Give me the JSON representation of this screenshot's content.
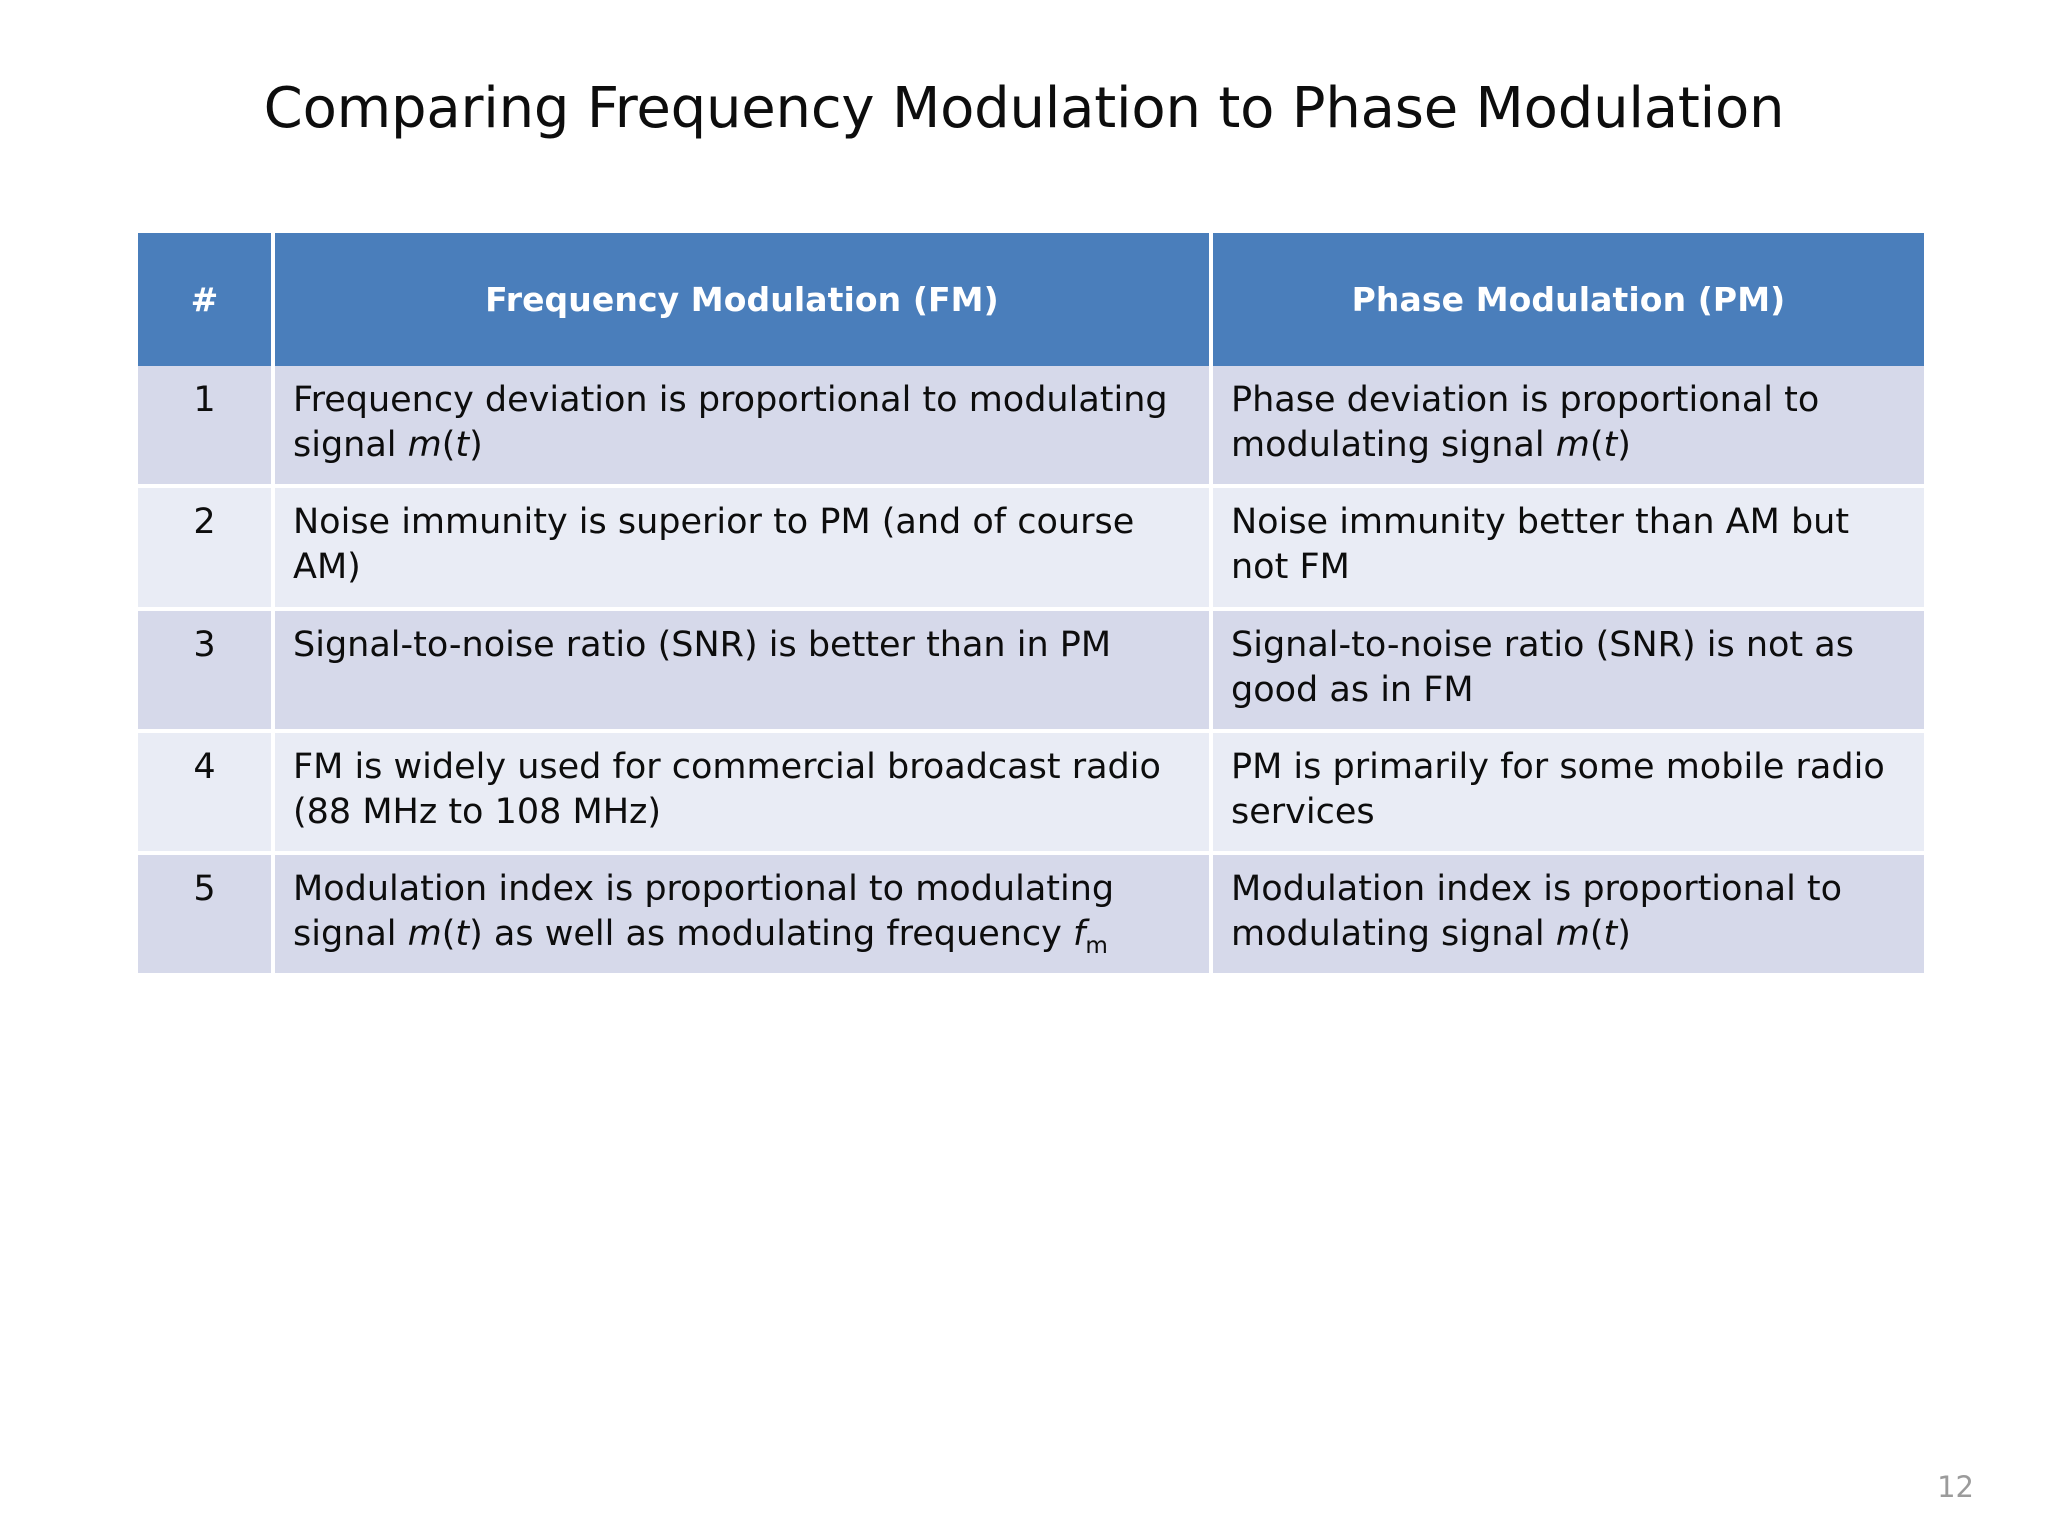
{
  "slide": {
    "title": "Comparing Frequency Modulation to Phase Modulation",
    "page_number": "12"
  },
  "colors": {
    "header_background": "#4a7ebb",
    "header_text": "#ffffff",
    "row_band_a": "#d6d9ea",
    "row_band_b": "#e9ecf5",
    "body_text": "#0d0d0d",
    "page_number_text": "#9b9b9b",
    "cell_divider": "#ffffff"
  },
  "table": {
    "headers": {
      "num": "#",
      "fm": "Frequency Modulation (FM)",
      "pm": "Phase Modulation (PM)"
    },
    "rows": [
      {
        "num": "1",
        "fm_parts": [
          {
            "text": "Frequency deviation is proportional to modulating signal ",
            "style": "normal"
          },
          {
            "text": "m",
            "style": "italic"
          },
          {
            "text": "(",
            "style": "normal"
          },
          {
            "text": "t",
            "style": "italic"
          },
          {
            "text": ")",
            "style": "normal"
          }
        ],
        "pm_parts": [
          {
            "text": "Phase deviation is proportional to modulating signal ",
            "style": "normal"
          },
          {
            "text": "m",
            "style": "italic"
          },
          {
            "text": "(",
            "style": "normal"
          },
          {
            "text": "t",
            "style": "italic"
          },
          {
            "text": ")",
            "style": "normal"
          }
        ],
        "fm_plain": "Frequency deviation is proportional to modulating signal m(t)",
        "pm_plain": "Phase deviation is proportional to modulating signal m(t)"
      },
      {
        "num": "2",
        "fm_parts": [
          {
            "text": "Noise immunity is superior to PM (and of course AM)",
            "style": "normal"
          }
        ],
        "pm_parts": [
          {
            "text": "Noise immunity better than AM but not FM",
            "style": "normal"
          }
        ],
        "fm_plain": "Noise immunity is superior to PM (and of course AM)",
        "pm_plain": "Noise immunity better than AM but not FM"
      },
      {
        "num": "3",
        "fm_parts": [
          {
            "text": "Signal-to-noise ratio (SNR) is better than in PM",
            "style": "normal"
          }
        ],
        "pm_parts": [
          {
            "text": "Signal-to-noise ratio (SNR) is not as good as in FM",
            "style": "normal"
          }
        ],
        "fm_plain": "Signal-to-noise ratio (SNR) is better than in PM",
        "pm_plain": "Signal-to-noise ratio (SNR) is not as good as in FM"
      },
      {
        "num": "4",
        "fm_parts": [
          {
            "text": "FM is widely used for commercial broadcast radio (88 MHz to 108 MHz)",
            "style": "normal"
          }
        ],
        "pm_parts": [
          {
            "text": "PM is primarily for some mobile radio services",
            "style": "normal"
          }
        ],
        "fm_plain": "FM is widely used for commercial broadcast radio (88 MHz to 108 MHz)",
        "pm_plain": "PM is primarily for some mobile radio services"
      },
      {
        "num": "5",
        "fm_parts": [
          {
            "text": "Modulation index is proportional to modulating signal ",
            "style": "normal"
          },
          {
            "text": "m",
            "style": "italic"
          },
          {
            "text": "(",
            "style": "normal"
          },
          {
            "text": "t",
            "style": "italic"
          },
          {
            "text": ") as well as modulating frequency ",
            "style": "normal"
          },
          {
            "text": "f",
            "style": "italic"
          },
          {
            "text": "m",
            "style": "subscript"
          }
        ],
        "pm_parts": [
          {
            "text": "Modulation index is proportional to modulating signal ",
            "style": "normal"
          },
          {
            "text": "m",
            "style": "italic"
          },
          {
            "text": "(",
            "style": "normal"
          },
          {
            "text": "t",
            "style": "italic"
          },
          {
            "text": ")",
            "style": "normal"
          }
        ],
        "fm_plain": "Modulation index is proportional to modulating signal m(t) as well as modulating frequency fm",
        "pm_plain": "Modulation index is proportional to modulating signal m(t)"
      }
    ]
  }
}
